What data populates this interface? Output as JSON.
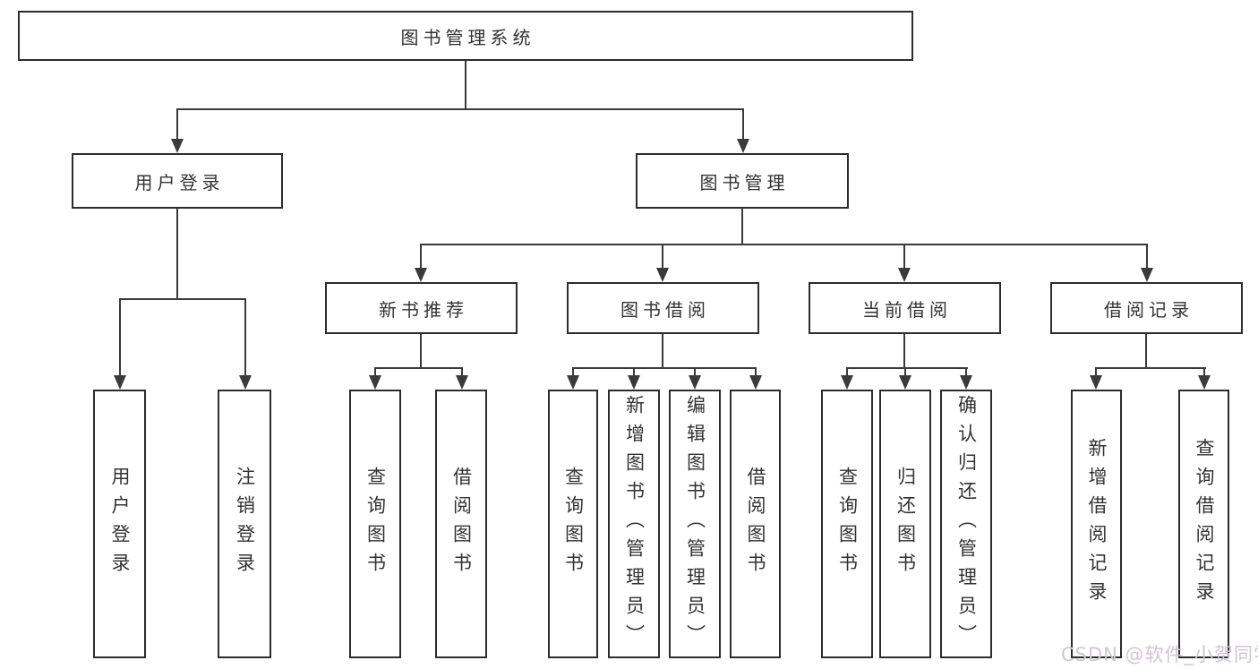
{
  "diagram": {
    "title": "图书管理系统",
    "level2": {
      "user_login": "用户登录",
      "book_mgmt": "图书管理"
    },
    "level3": {
      "new_books": "新书推荐",
      "borrowing": "图书借阅",
      "current": "当前借阅",
      "records": "借阅记录"
    },
    "leaves": {
      "user_login": "用户登录",
      "logout": "注销登录",
      "nb_query": "查询图书",
      "nb_borrow": "借阅图书",
      "bw_query": "查询图书",
      "bw_add": "新增图书（管理员）",
      "bw_edit": "编辑图书（管理员）",
      "bw_borrow": "借阅图书",
      "cur_query": "查询图书",
      "cur_return": "归还图书",
      "cur_confirm": "确认归还（管理员）",
      "rec_add": "新增借阅记录",
      "rec_query": "查询借阅记录"
    },
    "watermark": "CSDN @软件_小贺同学",
    "colors": {
      "line": "#3a3a3a",
      "border": "#2d2d2d",
      "text": "#333333",
      "watermark": "#d1c5d3",
      "background": "#ffffff"
    }
  }
}
